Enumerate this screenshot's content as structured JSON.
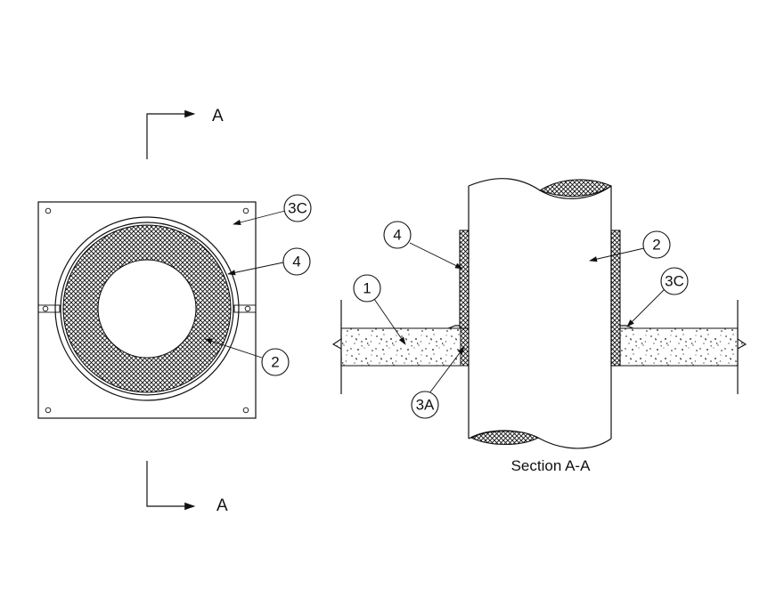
{
  "section_marker": {
    "letter": "A"
  },
  "caption": "Section A-A",
  "balloons": {
    "plan_3c": "3C",
    "plan_4": "4",
    "plan_2": "2",
    "sec_4": "4",
    "sec_2": "2",
    "sec_1": "1",
    "sec_3c": "3C",
    "sec_3a": "3A"
  },
  "colors": {
    "line": "#111111",
    "background": "#ffffff"
  }
}
